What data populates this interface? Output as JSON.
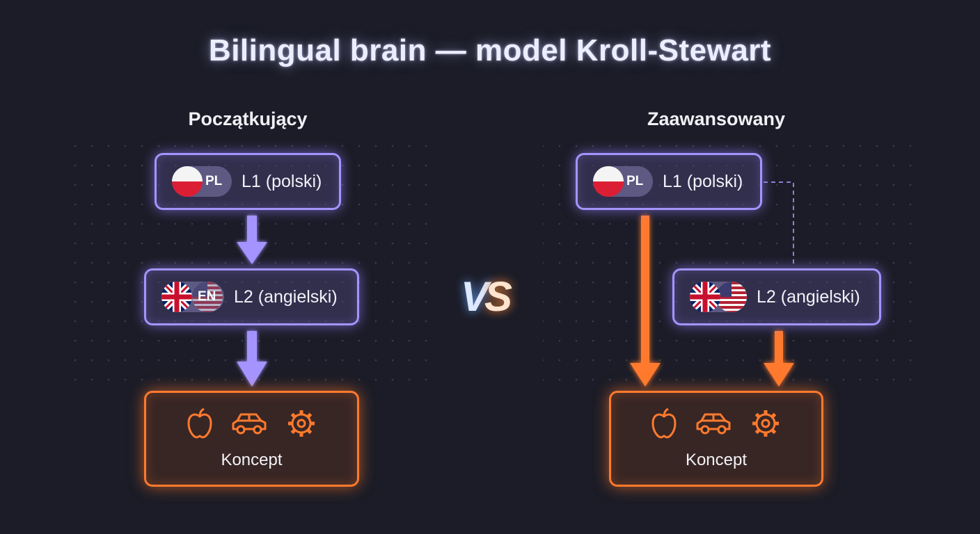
{
  "title": "Bilingual brain — model Kroll-Stewart",
  "vs_label": "VS",
  "colors": {
    "background": "#1b1c27",
    "lang_border": "#a594ff",
    "concept_border": "#ff7a2e",
    "purple_arrow": "#a594ff",
    "orange_arrow": "#ff7a2e"
  },
  "beginner": {
    "heading": "Początkujący",
    "l1": {
      "flag": "poland-flag-icon",
      "code": "PL",
      "label": "L1 (polski)"
    },
    "l2": {
      "flag": "uk-flag-icon",
      "flag2": "us-flag-icon",
      "code": "EN",
      "label": "L2 (angielski)"
    },
    "concept": {
      "icons": [
        "apple-icon",
        "car-icon",
        "gear-icon"
      ],
      "label": "Koncept"
    }
  },
  "advanced": {
    "heading": "Zaawansowany",
    "l1": {
      "flag": "poland-flag-icon",
      "code": "PL",
      "label": "L1 (polski)"
    },
    "l2": {
      "flag": "uk-flag-icon",
      "flag2": "us-flag-icon",
      "label": "L2 (angielski)"
    },
    "concept": {
      "icons": [
        "apple-icon",
        "car-icon",
        "gear-icon"
      ],
      "label": "Koncept"
    }
  }
}
